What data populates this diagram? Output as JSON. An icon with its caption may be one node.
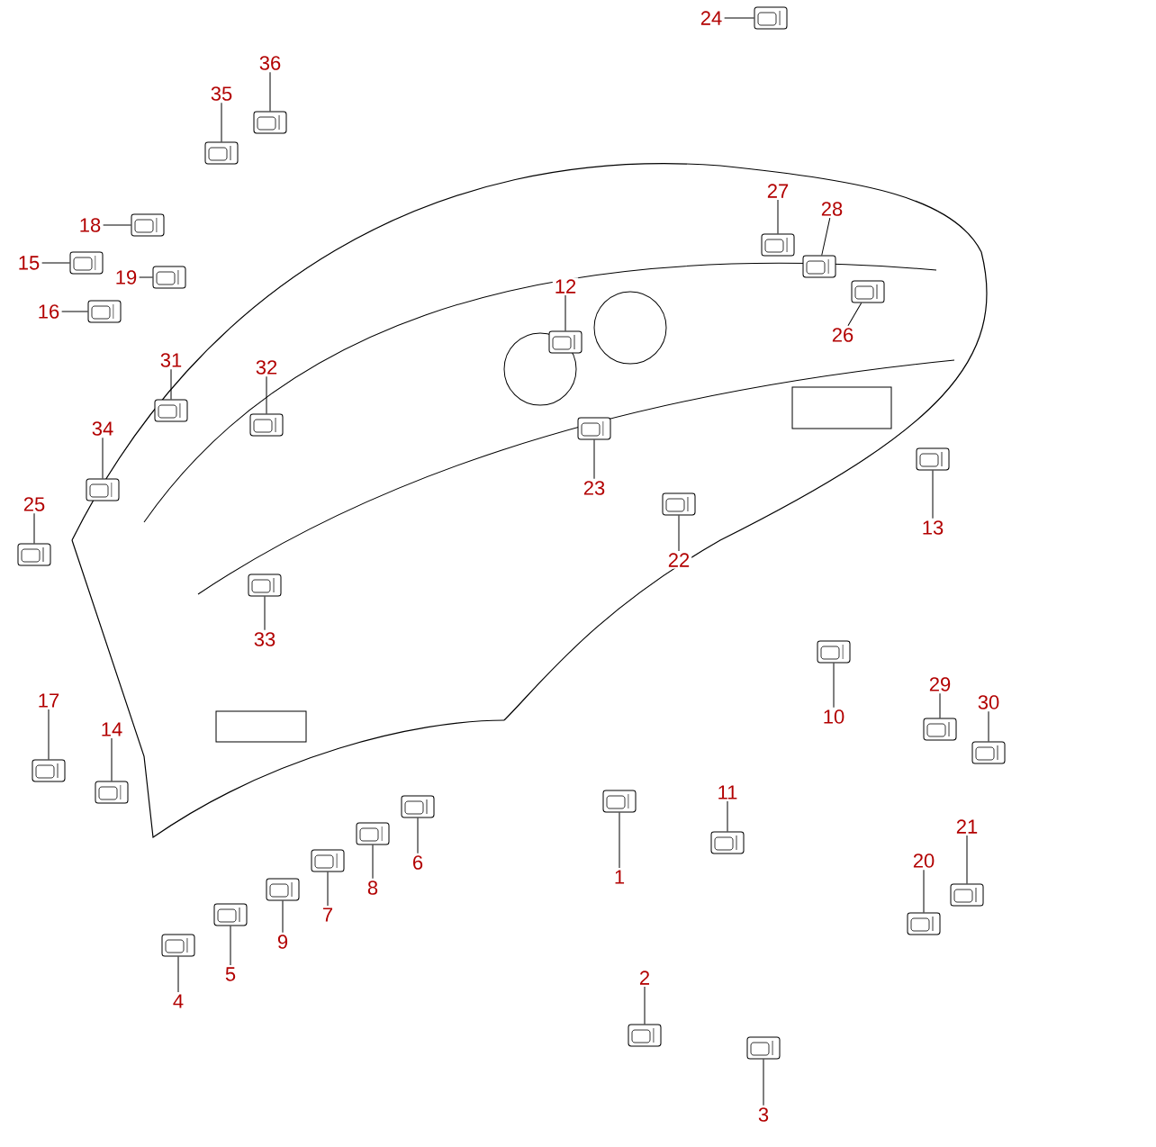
{
  "diagram": {
    "nodes": [
      {
        "text": [
          "1"
        ]
      },
      {
        "text": [
          "2"
        ]
      },
      {
        "text": [
          "3"
        ]
      },
      {
        "text": [
          "4"
        ]
      },
      {
        "text": [
          "5"
        ]
      },
      {
        "text": [
          "6"
        ]
      },
      {
        "text": [
          "7"
        ]
      },
      {
        "text": [
          "8"
        ]
      },
      {
        "text": [
          "9"
        ]
      },
      {
        "text": [
          "10"
        ]
      },
      {
        "text": [
          "11"
        ]
      },
      {
        "text": [
          "12"
        ]
      },
      {
        "text": [
          "13"
        ]
      },
      {
        "text": [
          "14"
        ]
      },
      {
        "text": [
          "15"
        ]
      },
      {
        "text": [
          "16"
        ]
      },
      {
        "text": [
          "17"
        ]
      },
      {
        "text": [
          "18"
        ]
      },
      {
        "text": [
          "19"
        ]
      },
      {
        "text": [
          "20"
        ]
      },
      {
        "text": [
          "21"
        ]
      },
      {
        "text": [
          "22"
        ]
      },
      {
        "text": [
          "23"
        ]
      },
      {
        "text": [
          "24"
        ]
      },
      {
        "text": [
          "25"
        ]
      },
      {
        "text": [
          "26"
        ]
      },
      {
        "text": [
          "27"
        ]
      },
      {
        "text": [
          "28"
        ]
      },
      {
        "text": [
          "29"
        ]
      },
      {
        "text": [
          "30"
        ]
      },
      {
        "text": [
          "31"
        ]
      },
      {
        "text": [
          "32"
        ]
      },
      {
        "text": [
          "33"
        ]
      },
      {
        "text": [
          "34"
        ]
      },
      {
        "text": [
          "35"
        ]
      },
      {
        "text": [
          "36"
        ]
      },
      {
        "text": [],
        "shape": "picture"
      },
      {
        "text": [],
        "shape": "picture"
      },
      {
        "text": [],
        "shape": "picture"
      },
      {
        "text": [],
        "shape": "picture"
      },
      {
        "text": [],
        "shape": "picture"
      },
      {
        "text": [],
        "shape": "picture"
      },
      {
        "text": [],
        "shape": "picture"
      },
      {
        "text": [],
        "shape": "picture"
      },
      {
        "text": [],
        "shape": "picture"
      },
      {
        "text": [],
        "shape": "picture"
      },
      {
        "text": [],
        "shape": "picture"
      },
      {
        "text": [],
        "shape": "picture"
      },
      {
        "text": [],
        "shape": "picture"
      },
      {
        "text": [],
        "shape": "picture"
      },
      {
        "text": [],
        "shape": "picture"
      },
      {
        "text": [],
        "shape": "picture"
      },
      {
        "text": [],
        "shape": "picture"
      },
      {
        "text": [],
        "shape": "picture"
      },
      {
        "text": [],
        "shape": "picture"
      },
      {
        "text": [],
        "shape": "picture"
      },
      {
        "text": [],
        "shape": "picture"
      },
      {
        "text": [],
        "shape": "picture"
      },
      {
        "text": [],
        "shape": "picture"
      },
      {
        "text": [],
        "shape": "picture"
      },
      {
        "text": [],
        "shape": "picture"
      },
      {
        "text": [],
        "shape": "picture"
      },
      {
        "text": [],
        "shape": "picture"
      },
      {
        "text": [],
        "shape": "picture"
      },
      {
        "text": [],
        "shape": "picture"
      },
      {
        "text": [],
        "shape": "picture"
      },
      {
        "text": [],
        "shape": "picture"
      },
      {
        "text": [],
        "shape": "picture"
      },
      {
        "text": [],
        "shape": "picture"
      },
      {
        "text": [],
        "shape": "picture"
      },
      {
        "text": [],
        "shape": "picture"
      },
      {
        "text": [],
        "shape": "picture"
      }
    ],
    "edges": [
      {
        "from": 0,
        "to": 36,
        "arrow": "none"
      },
      {
        "from": 1,
        "to": 37,
        "arrow": "none"
      },
      {
        "from": 2,
        "to": 38,
        "arrow": "none"
      },
      {
        "from": 3,
        "to": 39,
        "arrow": "none"
      },
      {
        "from": 4,
        "to": 40,
        "arrow": "none"
      },
      {
        "from": 5,
        "to": 41,
        "arrow": "none"
      },
      {
        "from": 6,
        "to": 42,
        "arrow": "none"
      },
      {
        "from": 7,
        "to": 43,
        "arrow": "none"
      },
      {
        "from": 8,
        "to": 44,
        "arrow": "none"
      },
      {
        "from": 9,
        "to": 45,
        "arrow": "none"
      },
      {
        "from": 10,
        "to": 46,
        "arrow": "none"
      },
      {
        "from": 11,
        "to": 47,
        "arrow": "none"
      },
      {
        "from": 12,
        "to": 48,
        "arrow": "none"
      },
      {
        "from": 13,
        "to": 49,
        "arrow": "none"
      },
      {
        "from": 14,
        "to": 50,
        "arrow": "none"
      },
      {
        "from": 15,
        "to": 51,
        "arrow": "none"
      },
      {
        "from": 16,
        "to": 52,
        "arrow": "none"
      },
      {
        "from": 17,
        "to": 53,
        "arrow": "none"
      },
      {
        "from": 18,
        "to": 54,
        "arrow": "none"
      },
      {
        "from": 19,
        "to": 55,
        "arrow": "none"
      },
      {
        "from": 20,
        "to": 56,
        "arrow": "none"
      },
      {
        "from": 21,
        "to": 57,
        "arrow": "none"
      },
      {
        "from": 22,
        "to": 58,
        "arrow": "none"
      },
      {
        "from": 23,
        "to": 59,
        "arrow": "none"
      },
      {
        "from": 24,
        "to": 60,
        "arrow": "none"
      },
      {
        "from": 25,
        "to": 61,
        "arrow": "none"
      },
      {
        "from": 26,
        "to": 62,
        "arrow": "none"
      },
      {
        "from": 27,
        "to": 63,
        "arrow": "none"
      },
      {
        "from": 28,
        "to": 64,
        "arrow": "none"
      },
      {
        "from": 29,
        "to": 65,
        "arrow": "none"
      },
      {
        "from": 30,
        "to": 66,
        "arrow": "none"
      },
      {
        "from": 31,
        "to": 67,
        "arrow": "none"
      },
      {
        "from": 32,
        "to": 68,
        "arrow": "none"
      },
      {
        "from": 33,
        "to": 69,
        "arrow": "none"
      },
      {
        "from": 34,
        "to": 70,
        "arrow": "none"
      },
      {
        "from": 35,
        "to": 71,
        "arrow": "none"
      }
    ]
  }
}
